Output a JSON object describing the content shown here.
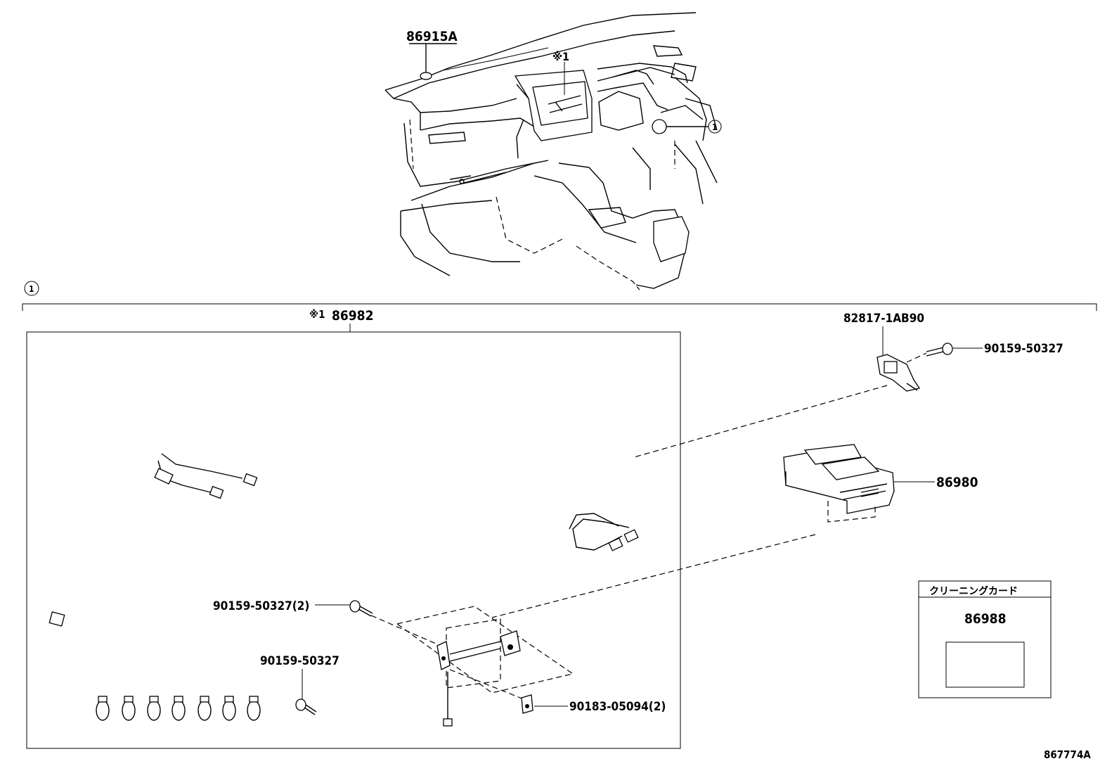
{
  "labels": {
    "upper_part": "86915A",
    "note_mark_top": "※1",
    "callout_top": "①",
    "callout_group": "①",
    "harness_note": "※1",
    "harness_part": "86982",
    "bracket_part": "82817-1AB90",
    "bolt_top_right": "90159-50327",
    "module_part": "86980",
    "bolt_pair": "90159-50327(2)",
    "bolt_single": "90159-50327",
    "clip_part": "90183-05094(2)",
    "card_title": "クリーニングカード",
    "card_part": "86988",
    "diagram_id": "867774A"
  },
  "clips_count": 7
}
